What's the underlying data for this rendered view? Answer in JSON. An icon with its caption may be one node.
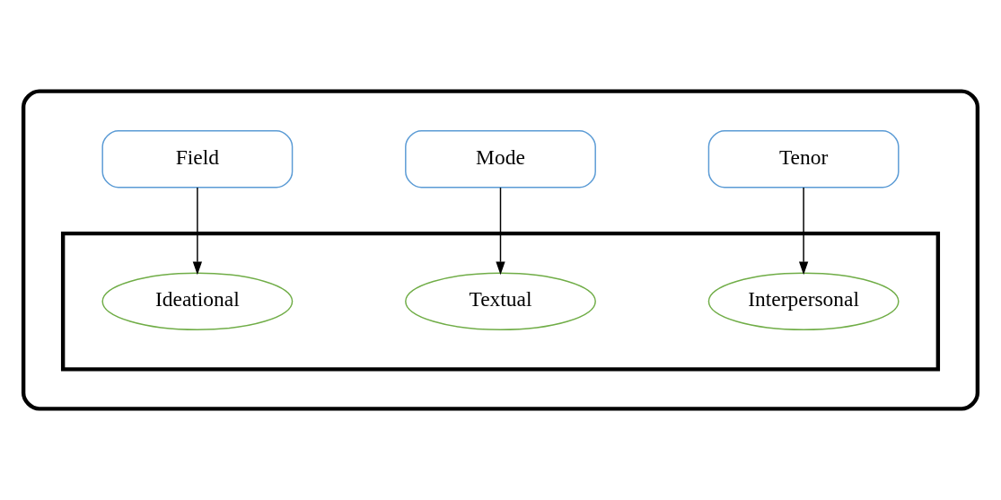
{
  "diagram": {
    "nodes": [
      {
        "text": [],
        "shape": "ellipse"
      },
      {
        "text": [
          "Tenor"
        ],
        "in": 0
      },
      {
        "text": [
          "Mode"
        ],
        "in": 0
      },
      {
        "text": [
          "Field"
        ],
        "in": 0
      },
      {
        "text": [],
        "shape": "pentagon",
        "in": 0
      },
      {
        "text": [
          "Interpersonal"
        ],
        "in": 4
      },
      {
        "text": [
          "Textual"
        ],
        "in": 4
      },
      {
        "text": [
          "Ideational"
        ],
        "in": 4
      }
    ],
    "edges": [
      {
        "from": 1,
        "to": 5,
        "arrow": "to"
      },
      {
        "from": 2,
        "to": 6,
        "arrow": "to"
      },
      {
        "from": 3,
        "to": 7,
        "arrow": "to"
      }
    ]
  }
}
